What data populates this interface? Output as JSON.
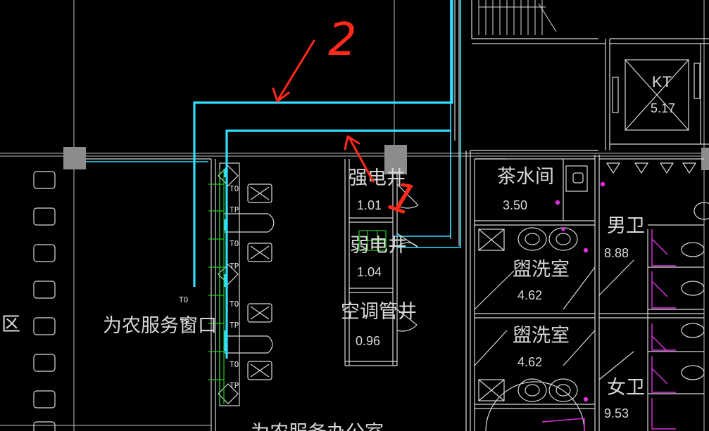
{
  "colors": {
    "background": "#000000",
    "linework": "#d9d9d9",
    "duct": "#2fe0ff",
    "annotation": "#ff2a1a",
    "furniture_green": "#22c822",
    "fixture_magenta": "#e030e0",
    "column": "#8c8c8c"
  },
  "annotations": {
    "mark_2": "2",
    "mark_1": "1"
  },
  "rooms": {
    "strong_power": {
      "name": "强电井",
      "area": "1.01"
    },
    "weak_power": {
      "name": "弱电井",
      "area": "1.04"
    },
    "ac_shaft": {
      "name": "空调管井",
      "area": "0.96"
    },
    "tea_room": {
      "name": "茶水间",
      "area": "3.50"
    },
    "washroom_1": {
      "name": "盥洗室",
      "area": "4.62"
    },
    "washroom_2": {
      "name": "盥洗室",
      "area": "4.62"
    },
    "mens_toilet": {
      "name": "男卫",
      "area": "8.88"
    },
    "womens_toilet": {
      "name": "女卫",
      "area": "9.53"
    },
    "elevator": {
      "name": "KT",
      "area": "5.17"
    },
    "service_window": {
      "name": "为农服务窗口"
    },
    "service_office": {
      "name": "为农服务办公室"
    },
    "left_zone": {
      "name": "区"
    }
  },
  "outlet_tags": {
    "to": "TO",
    "tp": "TP"
  }
}
